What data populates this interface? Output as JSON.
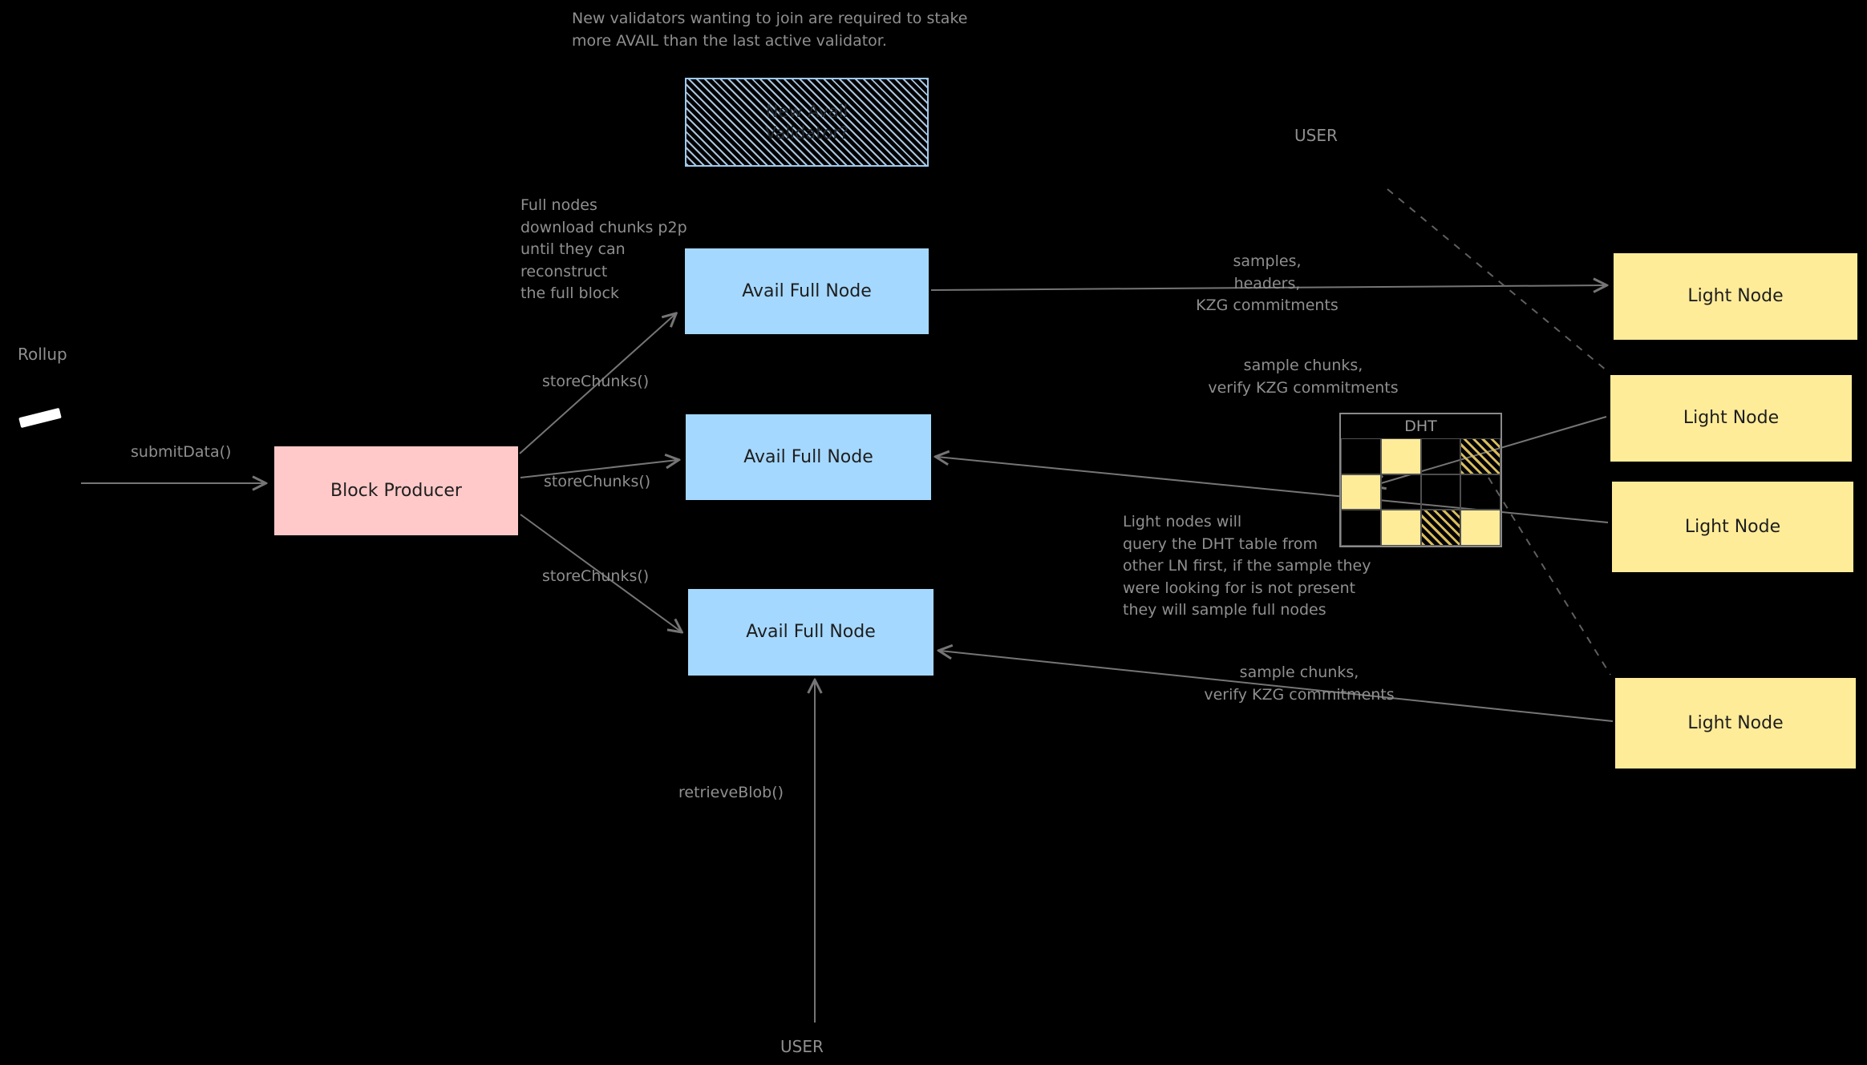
{
  "colors": {
    "background": "#000000",
    "block_producer_fill": "#ffc9c9",
    "full_node_fill": "#a5d8ff",
    "light_node_fill": "#ffec99",
    "validator_hatch": "#bcd9f5",
    "edge_stroke": "#757575",
    "label_text": "#8f8f8f",
    "node_text": "#1e1e1e"
  },
  "labels": {
    "rollup": "Rollup",
    "user_top": "USER",
    "user_bottom": "USER",
    "dht": "DHT"
  },
  "nodes": {
    "validator": {
      "label": "New Avail\nValidator?"
    },
    "block_producer": {
      "label": "Block Producer"
    },
    "full_nodes": [
      {
        "label": "Avail Full Node"
      },
      {
        "label": "Avail Full Node"
      },
      {
        "label": "Avail Full Node"
      }
    ],
    "light_nodes": [
      {
        "label": "Light Node"
      },
      {
        "label": "Light Node"
      },
      {
        "label": "Light Node"
      },
      {
        "label": "Light Node"
      }
    ]
  },
  "edge_labels": {
    "submit_data": "submitData()",
    "store_chunks_1": "storeChunks()",
    "store_chunks_2": "storeChunks()",
    "store_chunks_3": "storeChunks()",
    "retrieve_blob": "retrieveBlob()",
    "samples_headers": "samples,\nheaders,\nKZG commitments",
    "sample_chunks_top": "sample chunks,\nverify KZG commitments",
    "sample_chunks_bottom": "sample chunks,\nverify KZG commitments"
  },
  "notes": {
    "validator_note": "New validators wanting to join are required to stake\nmore AVAIL than the last active validator.",
    "full_node_note": "Full nodes\ndownload chunks p2p\nuntil they can\nreconstruct\nthe full block",
    "light_node_note": "Light nodes will\nquery the DHT table from\nother LN first, if the sample they\nwere looking for is not present\nthey will sample full nodes"
  }
}
